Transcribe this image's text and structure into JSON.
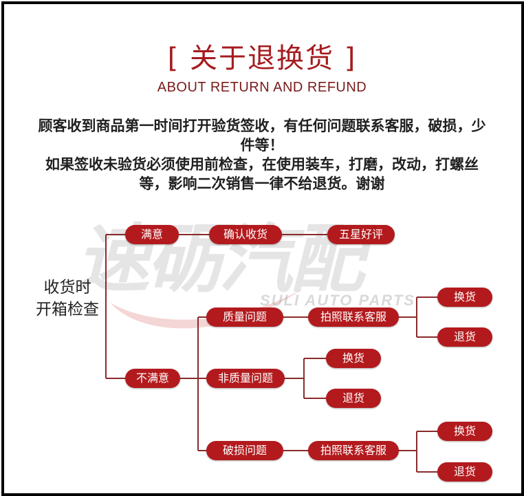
{
  "heading": {
    "title": "[ 关于退换货 ]",
    "subtitle": "ABOUT RETURN AND REFUND"
  },
  "notice": {
    "line1": "顾客收到商品第一时间打开验货签收，有任何问题联系客服，破损，少",
    "line2": "件等！",
    "line3": "如果签收未验货必须使用前检查，在使用装车，打磨，改动，打螺丝",
    "line4": "等，影响二次销售一律不给退货。谢谢"
  },
  "watermark": {
    "brand_cn": "速砺汽配",
    "brand_en": "SULI AUTO PARTS"
  },
  "flow": {
    "root_line1": "收货时",
    "root_line2": "开箱检查",
    "satisfied": "满意",
    "confirm_receipt": "确认收货",
    "five_star": "五星好评",
    "unsatisfied": "不满意",
    "quality_issue": "质量问题",
    "contact_service_1": "拍照联系客服",
    "exchange_1": "换货",
    "return_1": "退货",
    "non_quality_issue": "非质量问题",
    "exchange_2": "换货",
    "return_2": "退货",
    "damage_issue": "破损问题",
    "contact_service_2": "拍照联系客服",
    "exchange_3": "换货",
    "return_3": "退货"
  },
  "colors": {
    "pill": "#b31a1d",
    "title": "#a51c1f",
    "line": "#8a2a2a"
  }
}
